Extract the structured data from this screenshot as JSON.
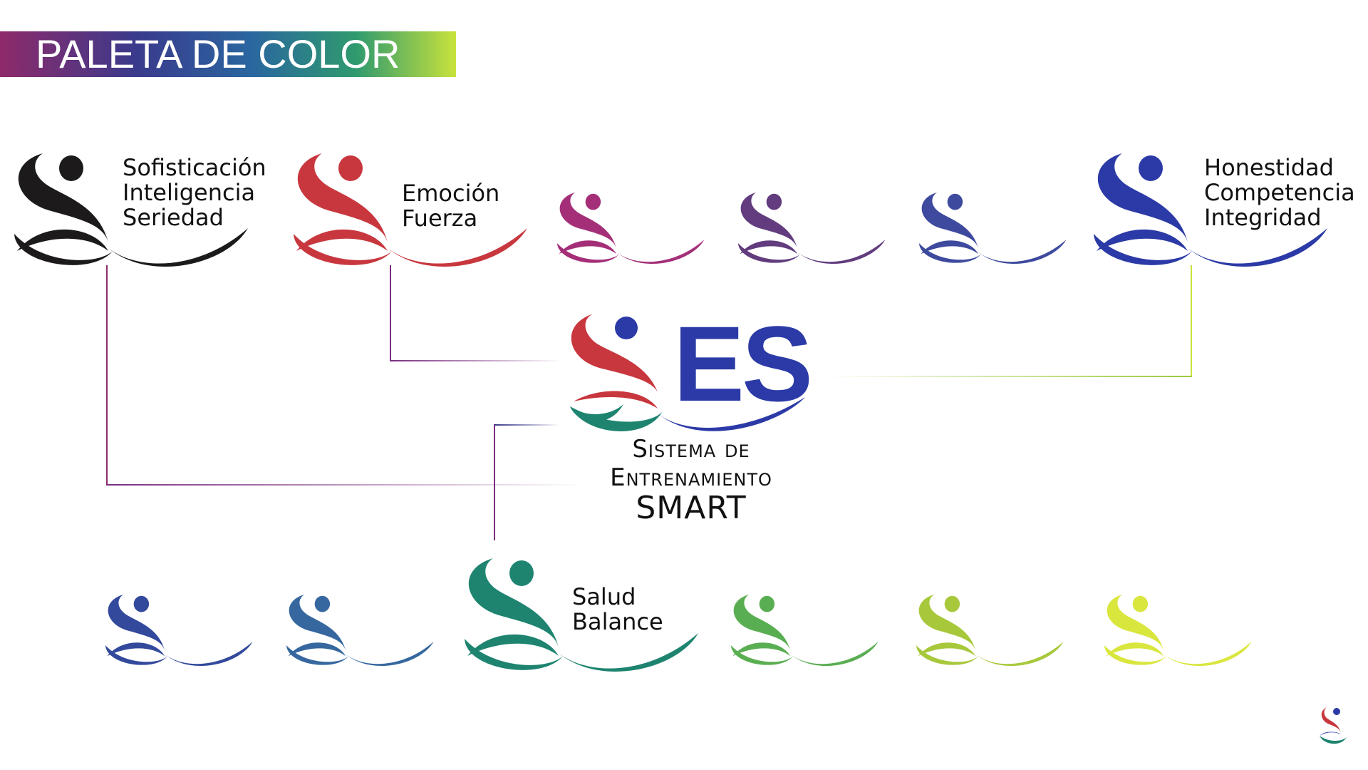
{
  "header": {
    "title": "PALETA DE COLOR"
  },
  "top_marks": [
    {
      "color": "#1c1a1b",
      "lines": [
        "Sofisticación",
        "Inteligencia",
        "Seriedad"
      ]
    },
    {
      "color": "#c8373e",
      "lines": [
        "Emoción",
        "Fuerza"
      ]
    },
    {
      "color": "#a42f78",
      "lines": []
    },
    {
      "color": "#623c7e",
      "lines": []
    },
    {
      "color": "#3e4a9e",
      "lines": []
    },
    {
      "color": "#2b3aa6",
      "lines": [
        "Honestidad",
        "Competencia",
        "Integridad"
      ]
    }
  ],
  "bottom_marks": [
    {
      "color": "#33499c",
      "lines": []
    },
    {
      "color": "#36689f",
      "lines": []
    },
    {
      "color": "#1e8470",
      "lines": [
        "Salud",
        "Balance"
      ]
    },
    {
      "color": "#5aae52",
      "lines": []
    },
    {
      "color": "#a8c83c",
      "lines": []
    },
    {
      "color": "#d9e63e",
      "lines": []
    }
  ],
  "brand": {
    "letters": "ES",
    "subtitle_lines": [
      "Sistema de",
      "Entrenamiento",
      "SMART"
    ],
    "colors": {
      "red": "#c8373e",
      "blue": "#2b3aa6",
      "teal": "#1e8470"
    }
  },
  "connector_colors": {
    "black": "#1c1a1b",
    "red": "#c8373e",
    "blue": "#2b3aa6",
    "teal": "#1e8470",
    "lime": "#c8e23c",
    "purple": "#7a2f80"
  }
}
